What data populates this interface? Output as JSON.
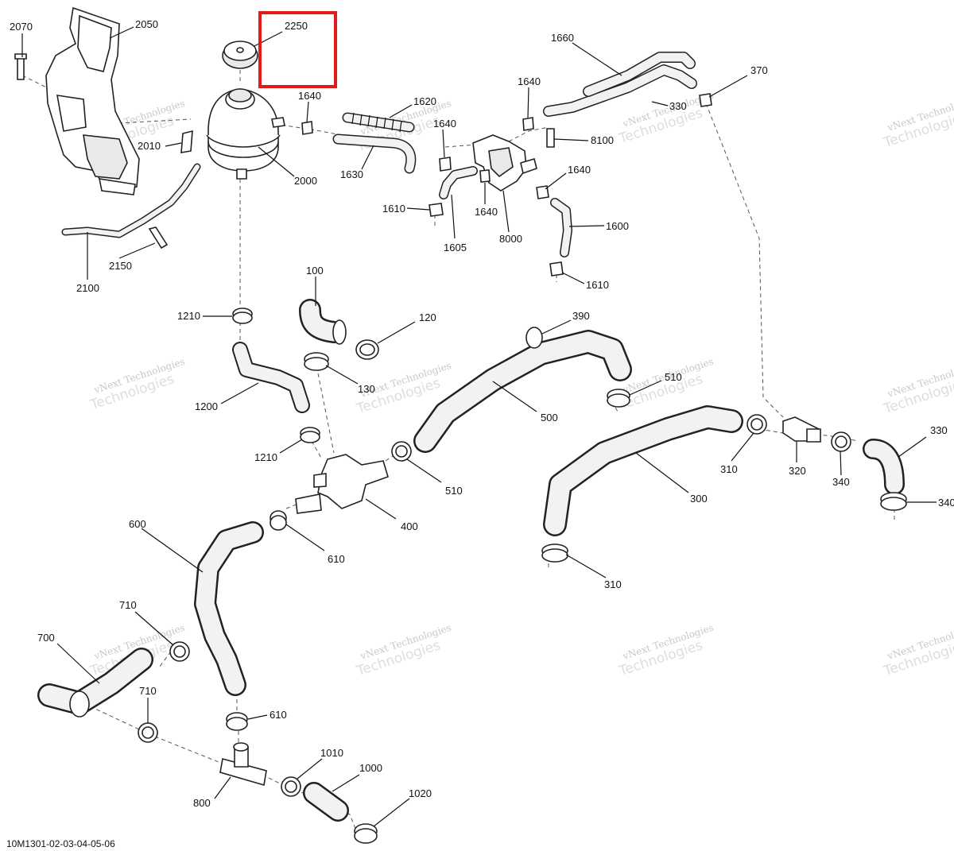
{
  "diagram": {
    "footer_code": "10M1301-02-03-04-05-06",
    "highlight_color": "#e01b1b",
    "highlighted_callout": "2250",
    "watermark": {
      "line1": "vNext Technologies",
      "line2": "Technologies"
    },
    "callouts": [
      "2070",
      "2050",
      "2250",
      "1640",
      "1620",
      "1640",
      "1660",
      "370",
      "330",
      "1640",
      "8100",
      "2010",
      "2000",
      "1630",
      "1640",
      "1610",
      "1640",
      "1605",
      "8000",
      "1600",
      "2150",
      "2100",
      "1610",
      "100",
      "1210",
      "120",
      "390",
      "130",
      "1200",
      "510",
      "500",
      "1210",
      "510",
      "310",
      "320",
      "340",
      "330",
      "300",
      "340",
      "400",
      "600",
      "610",
      "310",
      "710",
      "700",
      "710",
      "610",
      "1010",
      "1000",
      "800",
      "1020"
    ]
  }
}
